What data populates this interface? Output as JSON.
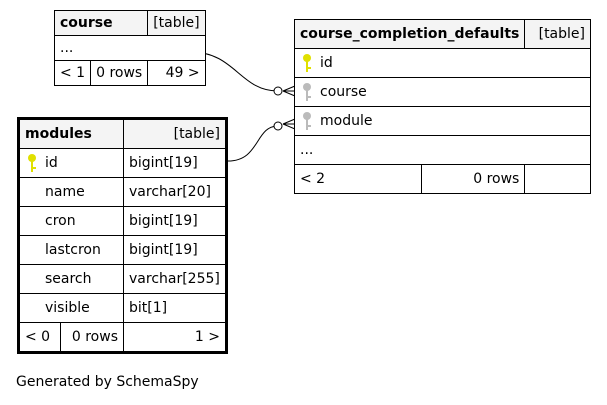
{
  "course": {
    "name": "course",
    "type_label": "[table]",
    "ellipsis": "...",
    "footer": {
      "parents": "< 1",
      "rows": "0 rows",
      "children": "49 >"
    }
  },
  "course_completion_defaults": {
    "name": "course_completion_defaults",
    "type_label": "[table]",
    "columns": [
      {
        "name": "id",
        "key": "primary"
      },
      {
        "name": "course",
        "key": "foreign"
      },
      {
        "name": "module",
        "key": "foreign"
      }
    ],
    "ellipsis": "...",
    "footer": {
      "parents": "< 2",
      "rows": "0 rows",
      "children": ""
    }
  },
  "modules": {
    "name": "modules",
    "type_label": "[table]",
    "columns": [
      {
        "name": "id",
        "type": "bigint[19]",
        "key": "primary"
      },
      {
        "name": "name",
        "type": "varchar[20]",
        "key": "none"
      },
      {
        "name": "cron",
        "type": "bigint[19]",
        "key": "none"
      },
      {
        "name": "lastcron",
        "type": "bigint[19]",
        "key": "none"
      },
      {
        "name": "search",
        "type": "varchar[255]",
        "key": "none"
      },
      {
        "name": "visible",
        "type": "bit[1]",
        "key": "none"
      }
    ],
    "footer": {
      "parents": "< 0",
      "rows": "0 rows",
      "children": "1 >"
    }
  },
  "colors": {
    "primary_key": "#e0e000",
    "foreign_key": "#bbbbbb",
    "header_bg": "#f4f4f4"
  },
  "footer_text": "Generated by SchemaSpy"
}
